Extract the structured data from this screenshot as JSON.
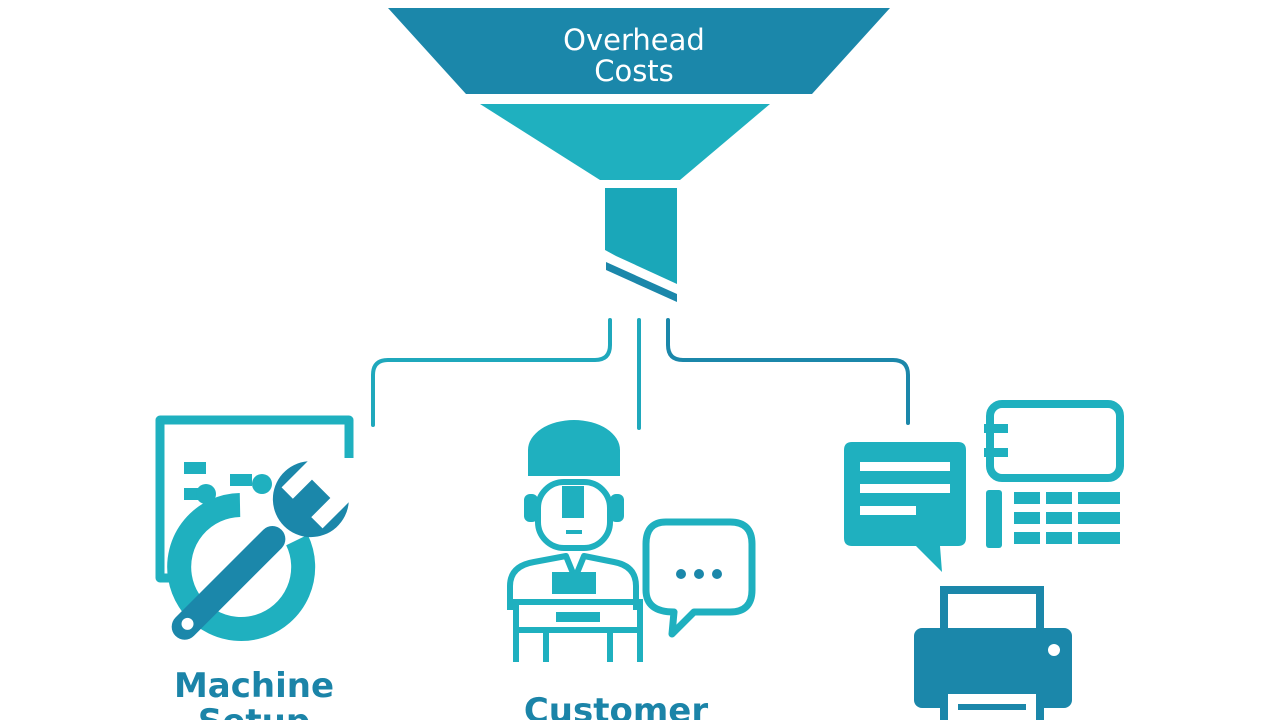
{
  "funnel": {
    "label_line1": "Overhead",
    "label_line2": "Costs"
  },
  "nodes": [
    {
      "id": "machine-setup",
      "line1": "Machine",
      "line2": "Setup",
      "icon": "wrench-gear-icon"
    },
    {
      "id": "customer-service",
      "line1": "Customer",
      "icon": "worker-chat-icon"
    },
    {
      "id": "administration",
      "icon": "office-devices-icon"
    }
  ],
  "colors": {
    "teal": "#19a4b8",
    "teal_light": "#1fb2bf",
    "blue": "#1b84a8",
    "dark_blue": "#1777a0",
    "background": "#ffffff"
  }
}
